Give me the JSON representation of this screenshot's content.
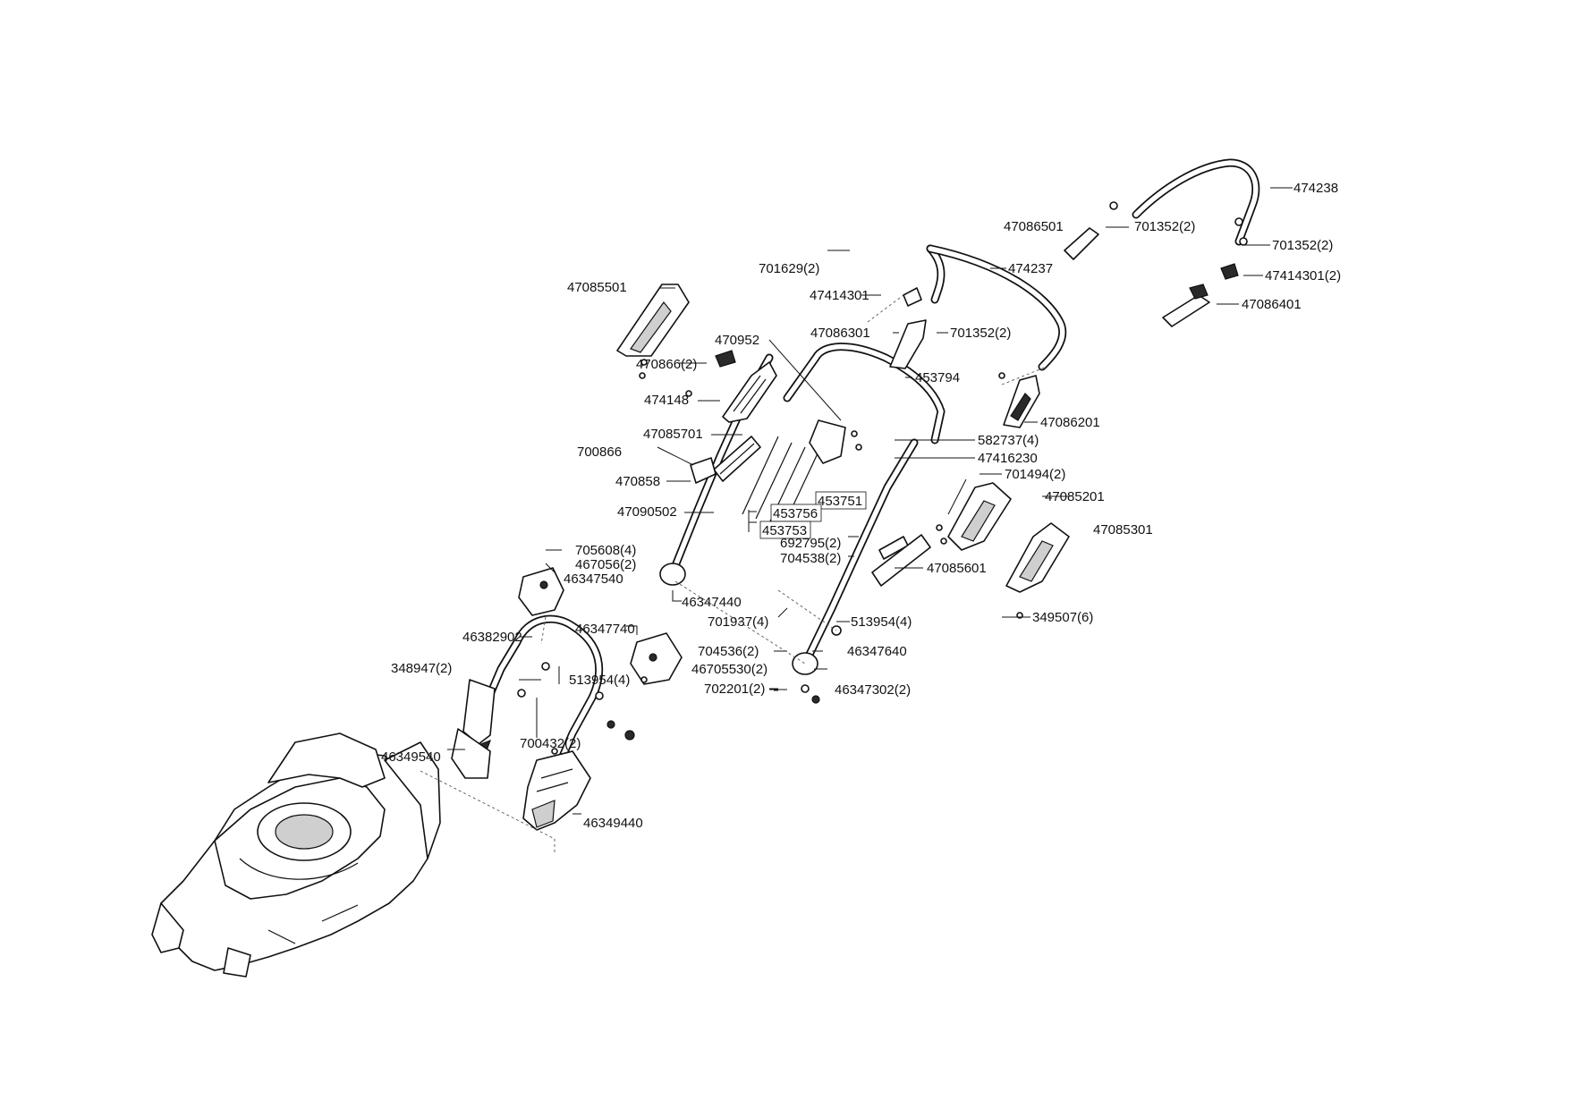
{
  "labels": [
    "474238",
    "47086501",
    "701352(2)",
    "701352(2)",
    "474237",
    "701629(2)",
    "47414301",
    "47414301(2)",
    "47086401",
    "47085501",
    "47086301",
    "701352(2)",
    "470952",
    "470866(2)",
    "453794",
    "474148",
    "47086201",
    "47085701",
    "582737(4)",
    "700866",
    "47416230",
    "470858",
    "701494(2)",
    "453751",
    "47085201",
    "47090502",
    "453756",
    "453753",
    "47085301",
    "692795(2)",
    "704538(2)",
    "47085601",
    "705608(4)",
    "467056(2)",
    "46347540",
    "46347440",
    "701937(4)",
    "513954(4)",
    "349507(6)",
    "46382902",
    "46347740",
    "46347640",
    "704536(2)",
    "348947(2)",
    "46705530(2)",
    "513954(4)",
    "702201(2)",
    "46347302(2)",
    "700432(2)",
    "46349540",
    "46349440"
  ]
}
